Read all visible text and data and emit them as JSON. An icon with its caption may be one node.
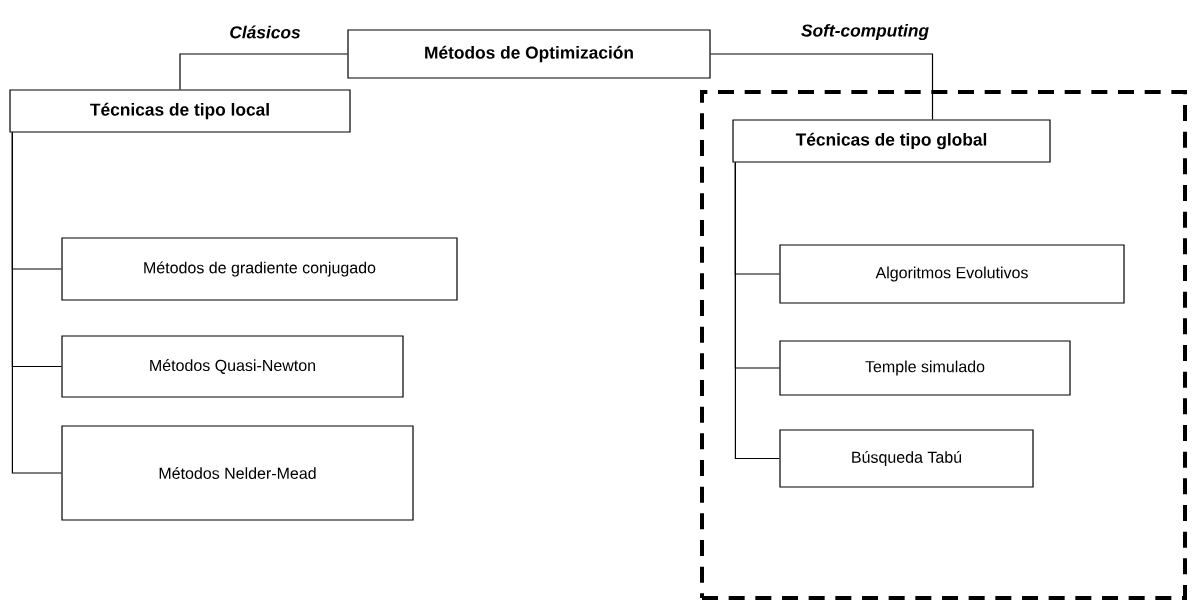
{
  "diagram": {
    "nodes": [
      {
        "text": [
          "Métodos de Optimización"
        ]
      },
      {
        "text": [
          "Técnicas de tipo local"
        ]
      },
      {
        "text": [],
        "shape": "box"
      },
      {
        "text": [
          "Técnicas de tipo global"
        ],
        "in": 2
      },
      {
        "text": [
          "Métodos de gradiente conjugado"
        ]
      },
      {
        "text": [
          "Métodos Quasi-Newton"
        ]
      },
      {
        "text": [
          "Métodos Nelder-Mead"
        ]
      },
      {
        "text": [
          "Algoritmos Evolutivos"
        ],
        "in": 2
      },
      {
        "text": [
          "Temple simulado"
        ],
        "in": 2
      },
      {
        "text": [
          "Búsqueda Tabú"
        ],
        "in": 2
      }
    ],
    "edges": [
      {
        "from": 0,
        "to": 1,
        "arrow": "none",
        "label": "Clásicos"
      },
      {
        "from": 0,
        "to": 3,
        "arrow": "none",
        "label": "Soft-computing"
      },
      {
        "from": 1,
        "to": 4,
        "arrow": "none"
      },
      {
        "from": 1,
        "to": 5,
        "arrow": "none"
      },
      {
        "from": 1,
        "to": 6,
        "arrow": "none"
      },
      {
        "from": 3,
        "to": 7,
        "arrow": "none"
      },
      {
        "from": 3,
        "to": 8,
        "arrow": "none"
      },
      {
        "from": 3,
        "to": 9,
        "arrow": "none"
      }
    ]
  }
}
